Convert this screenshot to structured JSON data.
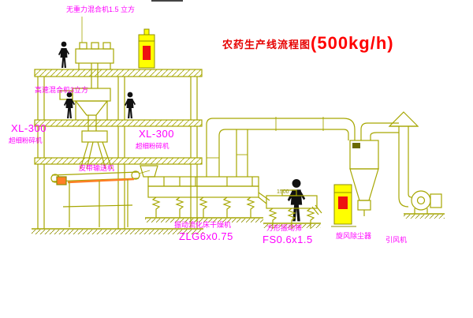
{
  "title": {
    "main": "农药生产线流程图",
    "capacity": "(500kg/h)"
  },
  "labels": {
    "gravity_mixer": "无重力混合机1.5 立方",
    "high_speed_mixer": "高速混合机3立方",
    "mill_left_model": "XL-300",
    "mill_left_name": "超细粉碎机",
    "mill_right_model": "XL-300",
    "mill_right_name": "超细粉碎机",
    "belt_conveyor": "皮带输送机",
    "dryer_name": "振动流化床干燥机",
    "dryer_model": "ZLG6x0.75",
    "sieve_name": "方形振动筛",
    "sieve_model": "FS0.6x1.5",
    "cyclone": "旋风除尘器",
    "fan": "引风机",
    "dimension_1500": "1500"
  },
  "colors": {
    "line_olive": "#a6a600",
    "line_dark_olive": "#8f8f00",
    "label_magenta": "#ff00ff",
    "title_red": "#ff0000",
    "cabinet_yellow": "#ffff00",
    "cabinet_label_red": "#ee1111",
    "figure_black": "#111111",
    "belt_orange": "#ff7f27",
    "background": "#ffffff"
  }
}
